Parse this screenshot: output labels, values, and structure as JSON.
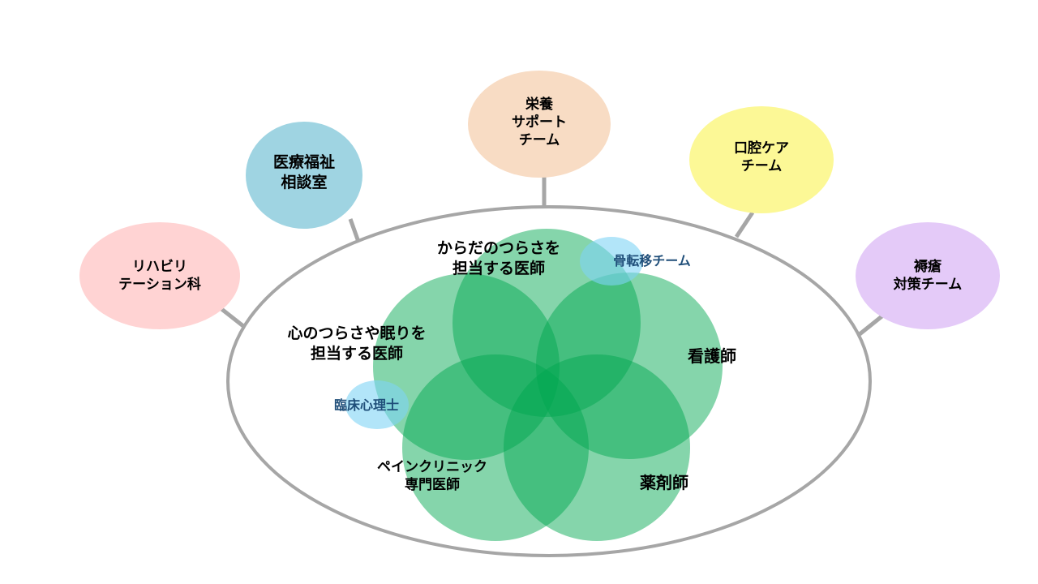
{
  "colors": {
    "connector": "#a6a6a6",
    "main_outline": "#a6a6a6",
    "core_green": "#00a84f",
    "support_blue": "#7fd3f5",
    "rehab": "#ffd3d3",
    "welfare": "#9fd4e2",
    "nutrition": "#f8dcc4",
    "oral": "#fcf896",
    "bedsore": "#e4caf8",
    "label_dark": "#000000",
    "label_blue": "#1f4e79"
  },
  "outer_teams": {
    "rehab": "リハビリ\nテーション科",
    "welfare": "医療福祉\n相談室",
    "nutrition": "栄養\nサポート\nチーム",
    "oral": "口腔ケア\nチーム",
    "bedsore": "褥瘡\n対策チーム"
  },
  "core_team": {
    "physical_pain_doctor": "からだのつらさを\n担当する医師",
    "mental_care_doctor": "心のつらさや眠りを\n担当する医師",
    "nurse": "看護師",
    "pharmacist": "薬剤師",
    "pain_clinic": "ペインクリニック\n専門医師"
  },
  "support": {
    "bone_metastasis": "骨転移チーム",
    "psychologist": "臨床心理士"
  }
}
